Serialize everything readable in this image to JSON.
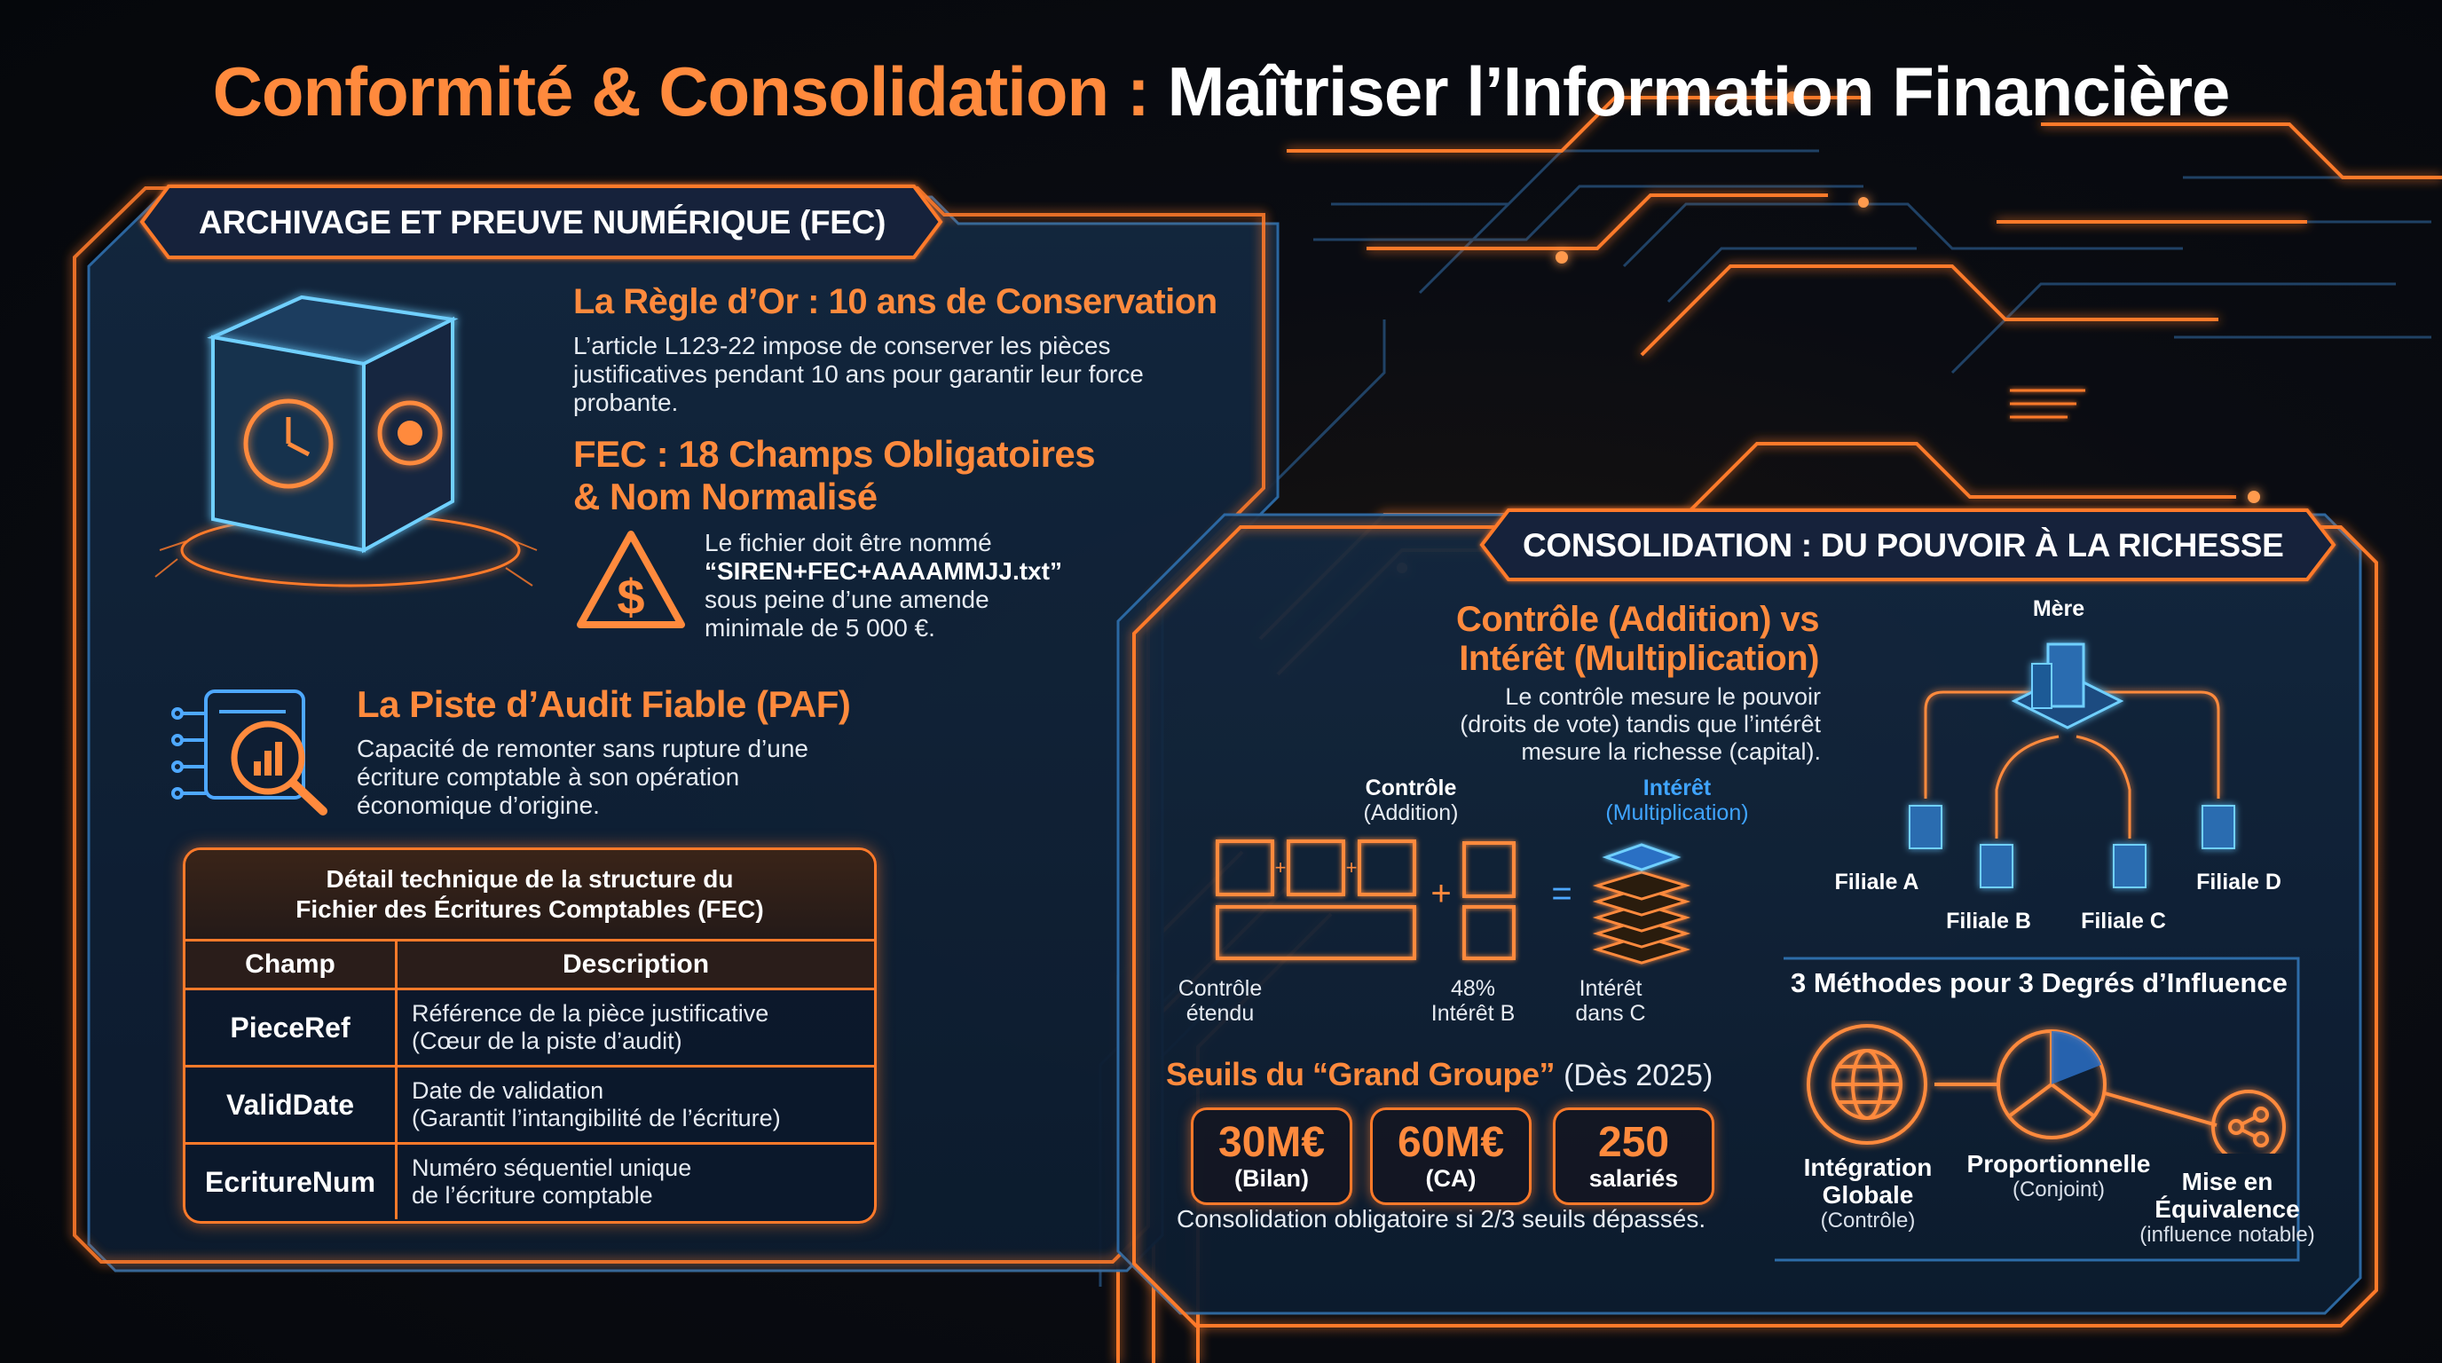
{
  "header": {
    "title_orange": "Conformité & Consolidation :",
    "title_white": "Maîtriser l’Information Financière"
  },
  "colors": {
    "accent": "#ff8a3d",
    "blue": "#3fa4ff",
    "panel": "#0f2035",
    "background": "#05070b"
  },
  "archivage": {
    "tab": "ARCHIVAGE ET PREUVE NUMÉRIQUE (FEC)",
    "regle_title": "La Règle d’Or : 10 ans de Conservation",
    "regle_lines": [
      "L’article L123-22 impose de conserver les pièces",
      "justificatives pendant 10 ans pour garantir leur force",
      "probante."
    ],
    "fec_title_1": "FEC : 18 Champs Obligatoires",
    "fec_title_2": "& Nom Normalisé",
    "fec_line1": "Le fichier doit être nommé",
    "fec_line2": "“SIREN+FEC+AAAAMMJJ.txt”",
    "fec_line3": "sous peine d’une amende",
    "fec_line4": "minimale de 5 000 €.",
    "paf_title": "La Piste d’Audit Fiable (PAF)",
    "paf_lines": [
      "Capacité de remonter sans rupture d’une",
      "écriture comptable à son opération",
      "économique d’origine."
    ],
    "icons": [
      "safe-icon",
      "warning-dollar-icon",
      "audit-search-icon"
    ]
  },
  "fec_table": {
    "caption_1": "Détail technique de la structure du",
    "caption_2": "Fichier des Écritures Comptables (FEC)",
    "headers": [
      "Champ",
      "Description"
    ],
    "rows": [
      {
        "champ": "PieceRef",
        "desc_1": "Référence de la pièce justificative",
        "desc_2": "(Cœur de la piste d’audit)"
      },
      {
        "champ": "ValidDate",
        "desc_1": "Date de validation",
        "desc_2": "(Garantit l’intangibilité de l’écriture)"
      },
      {
        "champ": "EcritureNum",
        "desc_1": "Numéro séquentiel unique",
        "desc_2": "de l’écriture comptable"
      }
    ]
  },
  "consolidation": {
    "tab": "CONSOLIDATION : DU POUVOIR À LA RICHESSE",
    "ctrl_title_1": "Contrôle (Addition) vs",
    "ctrl_title_2": "Intérêt (Multiplication)",
    "ctrl_lines": [
      "Le contrôle mesure le pouvoir",
      "(droits de vote) tandis que l’intérêt",
      "mesure la richesse (capital)."
    ],
    "diagram": {
      "controle_label": "Contrôle",
      "controle_sub": "(Addition)",
      "interet_label": "Intérêt",
      "interet_sub": "(Multiplication)",
      "plus": "+",
      "equals": "=",
      "cap1_1": "Contrôle",
      "cap1_2": "étendu",
      "cap2_1": "48%",
      "cap2_2": "Intérêt B",
      "cap3_1": "Intérêt",
      "cap3_2": "dans C"
    },
    "org": {
      "mere": "Mère",
      "filiales": [
        "Filiale A",
        "Filiale B",
        "Filiale C",
        "Filiale D"
      ]
    },
    "seuils": {
      "title_orange": "Seuils du “Grand Groupe”",
      "title_white": "(Dès 2025)",
      "items": [
        {
          "value": "30M€",
          "label": "(Bilan)"
        },
        {
          "value": "60M€",
          "label": "(CA)"
        },
        {
          "value": "250",
          "label": "salariés"
        }
      ],
      "note": "Consolidation obligatoire si 2/3 seuils dépassés."
    },
    "methodes": {
      "title": "3 Méthodes pour 3 Degrés d’Influence",
      "items": [
        {
          "name_1": "Intégration",
          "name_2": "Globale",
          "sub": "(Contrôle)",
          "icon": "globe-icon"
        },
        {
          "name_1": "Proportionnelle",
          "name_2": "",
          "sub": "(Conjoint)",
          "icon": "pie-chart-icon"
        },
        {
          "name_1": "Mise en",
          "name_2": "Équivalence",
          "sub": "(influence notable)",
          "icon": "share-network-icon"
        }
      ]
    }
  }
}
